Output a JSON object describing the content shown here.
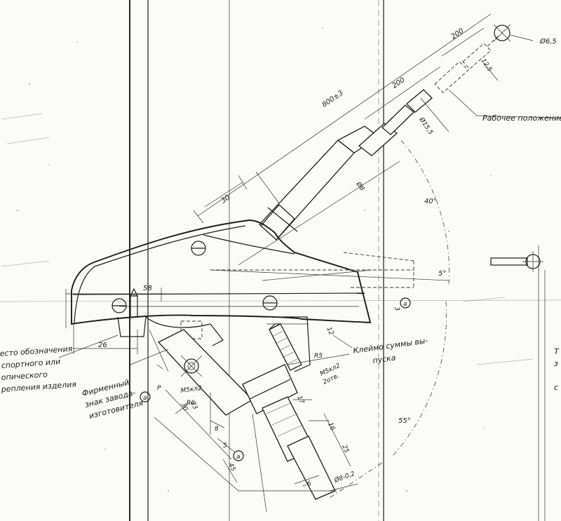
{
  "dimensions": {
    "phi_6_5": "Ø6,5",
    "len_800": "800±3",
    "len_200_a": "200",
    "len_200_b": "200",
    "len_30_top": "30",
    "d_12_5": "12,5",
    "d_15_5": "Ø15,5",
    "d_8": "Ø8",
    "angle_40": "40°",
    "angle_5": "5°",
    "angle_55": "55°",
    "w_58": "58",
    "w_26": "26",
    "r5": "R5",
    "r6": "R6",
    "m5_2otv": "M5кл2",
    "otv2": "2отв.",
    "m5_left": "M5кл2",
    "d_30": "30",
    "d_23": "23",
    "d_8_small": "8",
    "d_5": "5",
    "d_45": "45",
    "d_17": "17",
    "d_16": "16",
    "d_25": "25",
    "d_6": "~6",
    "d_8_02": "Ø8-0,2",
    "num_12": "12",
    "num_3": "3",
    "num_P": "P"
  },
  "callouts": {
    "a": "a",
    "a_mid": "a",
    "a_bottom": "a"
  },
  "notes": {
    "working_position": "Рабочее положение",
    "place_line1": "есто обозначения",
    "place_line2": "спортного или",
    "place_line3": "опического",
    "place_line4": "репления изделия",
    "brand_line1": "Фирменный",
    "brand_line2": "знак завода-",
    "brand_line3": "изготовителя",
    "clamp_line1": "Клеймо суммы вы-",
    "clamp_line2": "пуска",
    "right_edge_1": "Т",
    "right_edge_2": "з",
    "right_edge_3": "с"
  }
}
